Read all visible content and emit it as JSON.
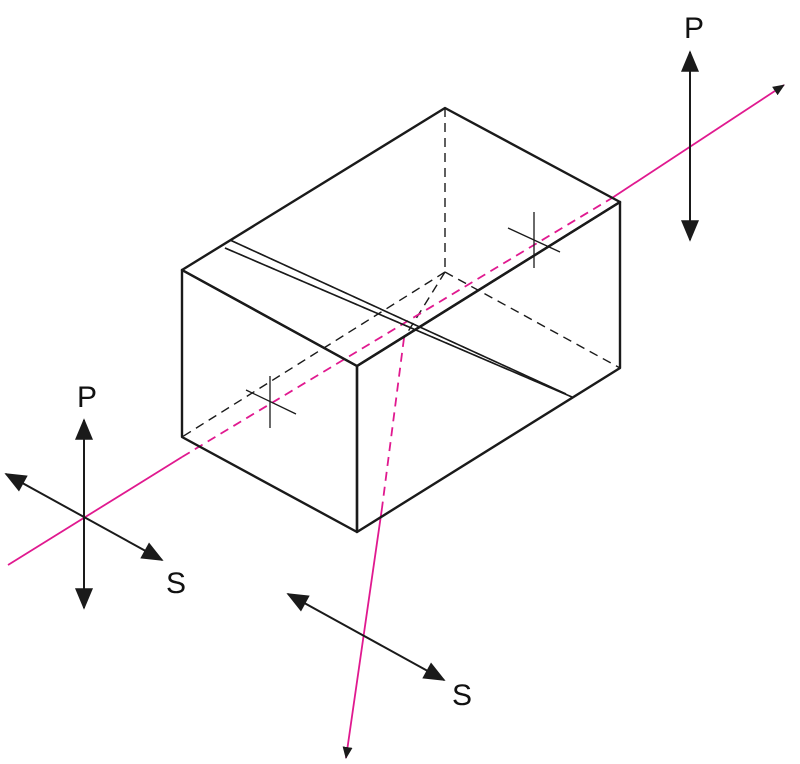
{
  "labels": {
    "output_p": "P",
    "input_p": "P",
    "input_s": "S",
    "reflected_s": "S"
  },
  "colors": {
    "beam": "#e0198f",
    "outline": "#1a1a1a"
  }
}
